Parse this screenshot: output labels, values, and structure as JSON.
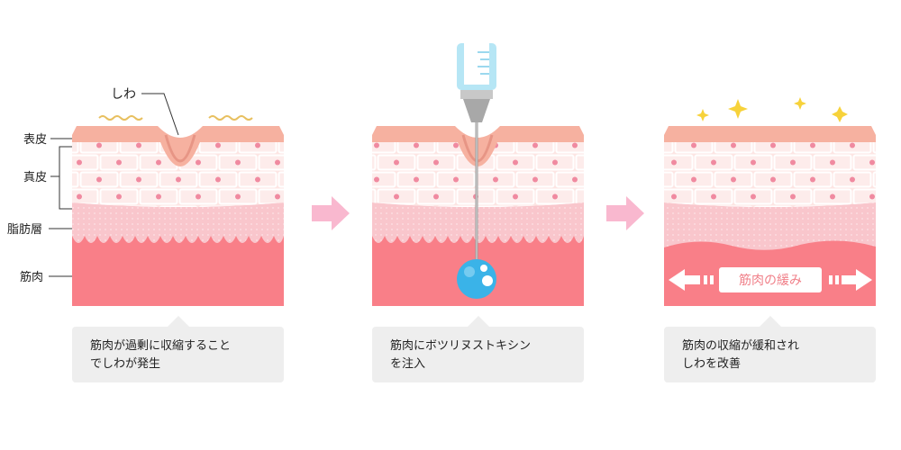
{
  "labels": {
    "wrinkle": "しわ",
    "epidermis": "表皮",
    "dermis": "真皮",
    "fat_layer": "脂肪層",
    "muscle": "筋肉"
  },
  "badge": "筋肉の緩み",
  "captions": [
    {
      "line1": "筋肉が過剰に収縮すること",
      "line2": "でしわが発生"
    },
    {
      "line1": "筋肉にボツリヌストキシン",
      "line2": "を注入"
    },
    {
      "line1": "筋肉の収縮が緩和され",
      "line2": "しわを改善"
    }
  ],
  "colors": {
    "epidermis": "#f6b1a0",
    "dermis": "#fde5e3",
    "cell_border": "#ffffff",
    "nucleus": "#f08aa0",
    "fat": "#f9c6cc",
    "muscle": "#f97f88",
    "arrow": "#f9b8cf",
    "syringe": "#b6e6f5",
    "drop": "#3ab3e8",
    "sparkle": "#f7d23a",
    "wavy": "#e8c060"
  }
}
